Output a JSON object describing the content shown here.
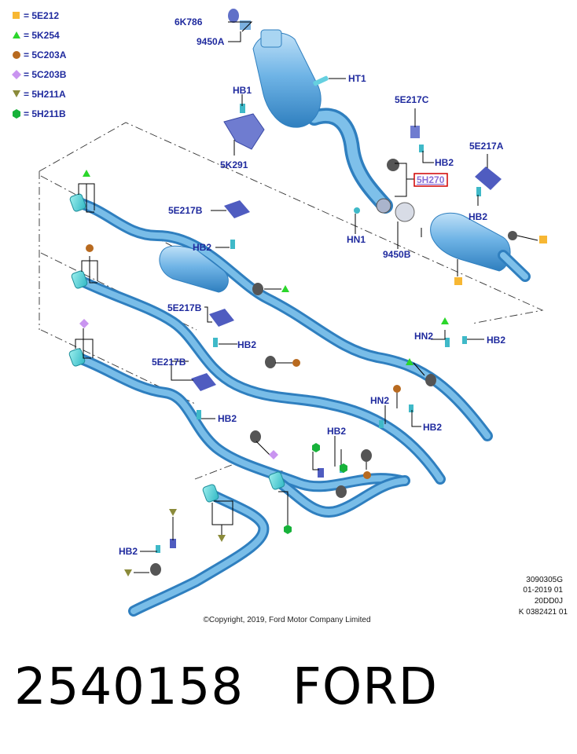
{
  "legend": [
    {
      "code": "= 5E212",
      "shape": "square",
      "color": "#f7b733"
    },
    {
      "code": "= 5K254",
      "shape": "triangle-up",
      "color": "#2bd62b"
    },
    {
      "code": "= 5C203A",
      "shape": "circle",
      "color": "#b86a1f"
    },
    {
      "code": "= 5C203B",
      "shape": "diamond",
      "color": "#c994f0"
    },
    {
      "code": "= 5H211A",
      "shape": "triangle-down",
      "color": "#8a8a3a"
    },
    {
      "code": "= 5H211B",
      "shape": "hexagon",
      "color": "#17b23a"
    }
  ],
  "labels": {
    "l_6k786": "6K786",
    "l_9450a": "9450A",
    "l_ht1": "HT1",
    "l_hb1": "HB1",
    "l_5k291": "5K291",
    "l_5e217c": "5E217C",
    "l_hb2_a": "HB2",
    "l_5h270": "5H270",
    "l_5e217a": "5E217A",
    "l_hb2_b": "HB2",
    "l_hn1": "HN1",
    "l_9450b": "9450B",
    "l_5e217b_1": "5E217B",
    "l_hb2_c": "HB2",
    "l_5e217b_2": "5E217B",
    "l_hb2_d": "HB2",
    "l_5e217b_3": "5E217B",
    "l_hb2_e": "HB2",
    "l_hn2_a": "HN2",
    "l_hb2_f": "HB2",
    "l_hn2_b": "HN2",
    "l_hb2_g": "HB2",
    "l_hb2_h": "HB2",
    "l_hb2_i": "HB2"
  },
  "ref": {
    "line1": "3090305G",
    "line2": "01-2019 01",
    "line3": "20DD0J",
    "line4": "K 0382421 01"
  },
  "copyright": "©Copyright, 2019, Ford Motor Company Limited",
  "footer": {
    "part_number": "2540158",
    "brand": "FORD"
  },
  "colors": {
    "pipe": "#5aa6dc",
    "pipe_dark": "#2f7fbf",
    "label": "#1f2a9e",
    "highlight_border": "#d00000"
  }
}
